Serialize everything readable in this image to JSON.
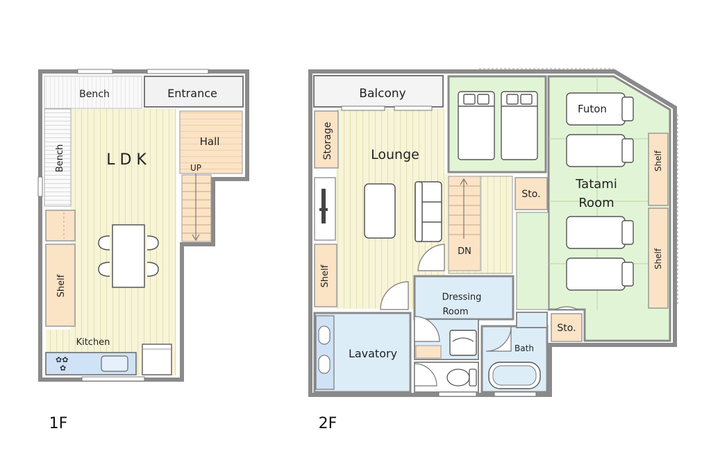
{
  "floors": [
    {
      "label": "1F"
    },
    {
      "label": "2F"
    }
  ],
  "rooms_1f": {
    "bench_top": "Bench",
    "bench_side": "Bench",
    "entrance": "Entrance",
    "hall": "Hall",
    "up": "UP",
    "ldk": "L D K",
    "shelf": "Shelf",
    "kitchen": "Kitchen"
  },
  "rooms_2f": {
    "balcony": "Balcony",
    "storage": "Storage",
    "lounge": "Lounge",
    "shelf_left": "Shelf",
    "dn": "DN",
    "sto_upper": "Sto.",
    "tatami_line1": "Tatami",
    "tatami_line2": "Room",
    "futon": "Futon",
    "shelf_right_top": "Shelf",
    "shelf_right_bottom": "Shelf",
    "dressing_line1": "Dressing",
    "dressing_line2": "Room",
    "lavatory": "Lavatory",
    "bath": "Bath",
    "sto_lower": "Sto."
  },
  "colors": {
    "wood": "#f7f4d8",
    "wood_line": "#e3dfb2",
    "tatami": "#e1f5d6",
    "tatami_line": "#b4d89f",
    "peach": "#fbe3c6",
    "water": "#ddedf8",
    "wall": "#8a8a8a"
  }
}
